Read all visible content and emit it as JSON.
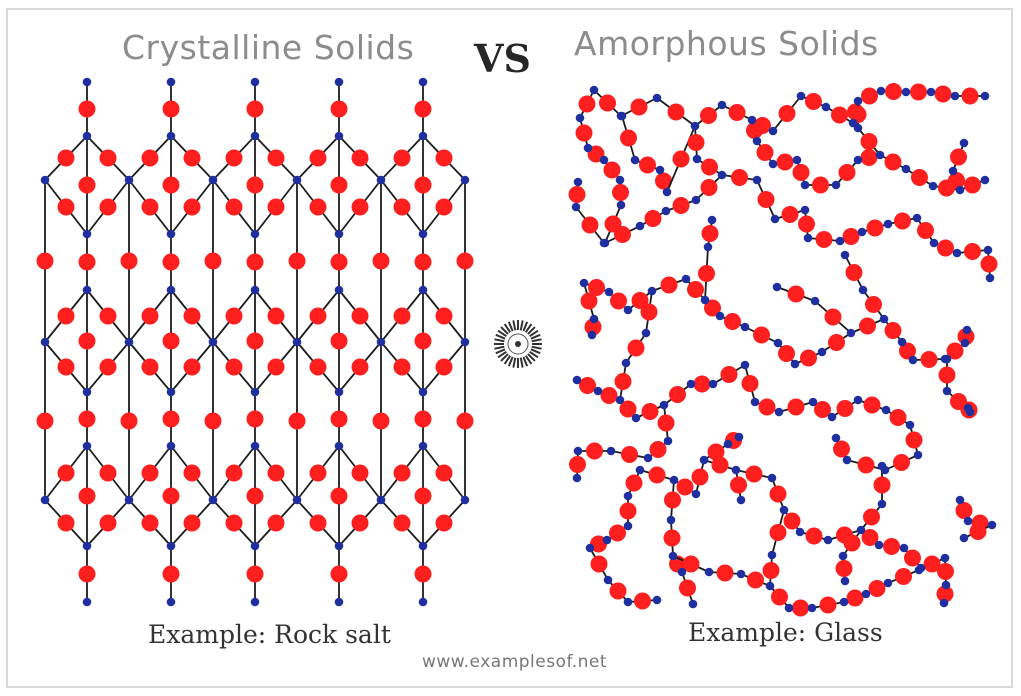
{
  "titles": {
    "left": "Crystalline Solids",
    "vs": "VS",
    "right": "Amorphous Solids"
  },
  "captions": {
    "left": "Example: Rock salt",
    "right": "Example: Glass"
  },
  "footer": "www.examplesof.net",
  "colors": {
    "atom_large": "#ff1f1f",
    "atom_small": "#1f2fa0",
    "bond": "#1c1c1c",
    "title_text": "#8c8c8c",
    "border": "#d9d9d9"
  },
  "structures": {
    "left": "crystalline-hexagonal-lattice",
    "right": "amorphous-random-network"
  },
  "icons": {
    "center": "vs-badge-icon"
  }
}
